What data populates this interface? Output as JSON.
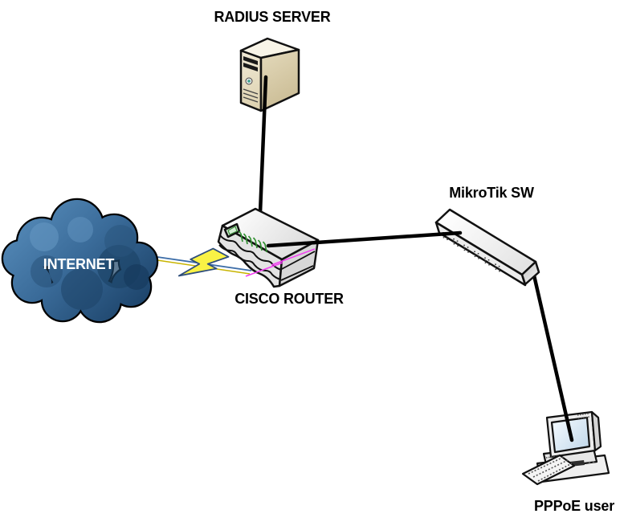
{
  "diagram": {
    "type": "network-topology",
    "labels": {
      "radius_server": "RADIUS SERVER",
      "internet": "INTERNET",
      "cisco_router": "CISCO ROUTER",
      "mikrotik_sw": "MikroTik SW",
      "pppoe_user": "PPPoE user"
    },
    "nodes": [
      {
        "id": "internet-cloud",
        "label": "INTERNET",
        "device": "cloud"
      },
      {
        "id": "radius-server",
        "label": "RADIUS SERVER",
        "device": "server-tower"
      },
      {
        "id": "cisco-router",
        "label": "CISCO ROUTER",
        "device": "router"
      },
      {
        "id": "mikrotik-switch",
        "label": "MikroTik SW",
        "device": "switch"
      },
      {
        "id": "pppoe-user",
        "label": "PPPoE user",
        "device": "desktop-computer"
      }
    ],
    "connections": [
      {
        "from": "radius-server",
        "to": "cisco-router",
        "style": "straight-cable"
      },
      {
        "from": "internet-cloud",
        "to": "cisco-router",
        "style": "serial-link-with-lightning-bolt"
      },
      {
        "from": "cisco-router",
        "to": "mikrotik-switch",
        "style": "straight-cable"
      },
      {
        "from": "mikrotik-switch",
        "to": "pppoe-user",
        "style": "straight-cable"
      }
    ],
    "colors": {
      "background": "#ffffff",
      "cable_black": "#000000",
      "cloud_blue_light": "#558ab8",
      "cloud_blue_dark": "#1a4066",
      "bolt_yellow": "#f9f245",
      "bolt_outline": "#2e4d7b",
      "serial_line_blue": "#3c6da8",
      "serial_line_yellow": "#c8b400",
      "led_green": "#2f8f2f",
      "port_green_fill": "#d6eed6",
      "magenta_accent": "#f23ff2",
      "server_beige": "#e9e0c6",
      "device_gray": "#e8e8e8",
      "label_text": "#000000"
    }
  }
}
